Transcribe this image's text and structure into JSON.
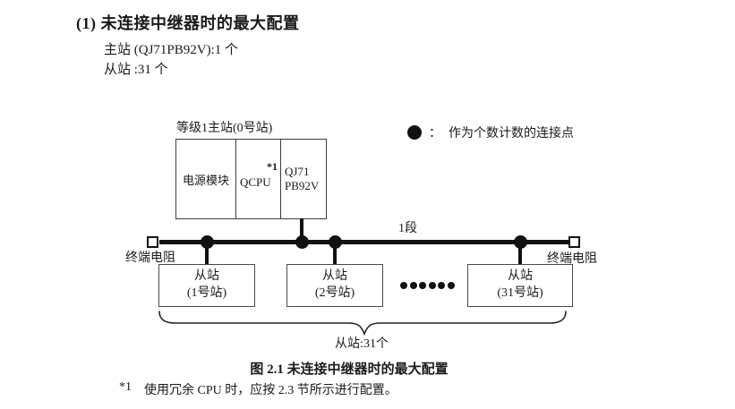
{
  "colors": {
    "ink": "#1a1a1a",
    "line": "#111111",
    "box_border": "#3c3c3c",
    "slave_border": "#4a4a4a"
  },
  "header": {
    "title": "(1) 未连接中继器时的最大配置",
    "master_count_line": "主站 (QJ71PB92V):1 个",
    "slave_count_line": "从站 :31 个"
  },
  "diagram": {
    "master": {
      "label": "等级1主站(0号站)",
      "power_module": "电源模块",
      "cpu": "QCPU",
      "cpu_note_ref": "*1",
      "interface_line1": "QJ71",
      "interface_line2": "PB92V"
    },
    "legend": {
      "marker": "●",
      "separator": "：",
      "label": "作为个数计数的连接点"
    },
    "bus": {
      "segment_label": "1段",
      "terminator_left_label": "终端电阻",
      "terminator_right_label": "终端电阻"
    },
    "slaves": [
      {
        "line1": "从站",
        "line2": "(1号站)"
      },
      {
        "line1": "从站",
        "line2": "(2号站)"
      },
      {
        "line1": "从站",
        "line2": "(31号站)"
      }
    ],
    "slaves_brace_label": "从站:31个"
  },
  "caption": "图 2.1 未连接中继器时的最大配置",
  "footnote": {
    "ref": "*1",
    "text": "使用冗余 CPU 时，应按 2.3 节所示进行配置。"
  }
}
